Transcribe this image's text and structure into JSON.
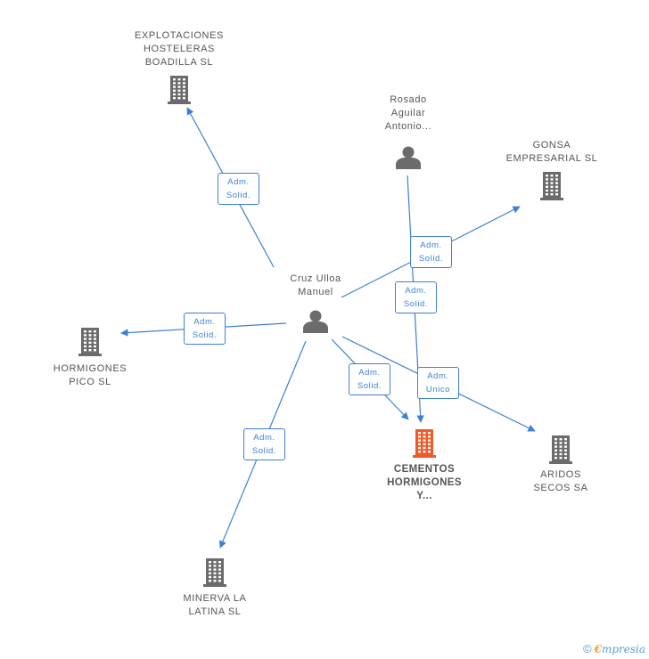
{
  "nodes": [
    {
      "id": "explotaciones",
      "type": "company",
      "label": "EXPLOTACIONES\nHOSTELERAS\nBOADILLA SL",
      "highlight": false
    },
    {
      "id": "rosado",
      "type": "person",
      "label": "Rosado\nAguilar\nAntonio...",
      "highlight": false
    },
    {
      "id": "gonsa",
      "type": "company",
      "label": "GONSA\nEMPRESARIAL SL",
      "highlight": false
    },
    {
      "id": "cruz",
      "type": "person",
      "label": "Cruz Ulloa\nManuel",
      "highlight": false
    },
    {
      "id": "hormigones_pico",
      "type": "company",
      "label": "HORMIGONES\nPICO SL",
      "highlight": false
    },
    {
      "id": "cementos",
      "type": "company",
      "label": "CEMENTOS\nHORMIGONES\nY...",
      "highlight": true
    },
    {
      "id": "aridos",
      "type": "company",
      "label": "ARIDOS\nSECOS SA",
      "highlight": false
    },
    {
      "id": "minerva",
      "type": "company",
      "label": "MINERVA LA\nLATINA SL",
      "highlight": false
    }
  ],
  "edges": [
    {
      "from": "cruz",
      "to": "explotaciones",
      "label": "Adm.\nSolid."
    },
    {
      "from": "cruz",
      "to": "gonsa",
      "label": "Adm.\nSolid."
    },
    {
      "from": "rosado",
      "to": "cementos",
      "label": "Adm.\nSolid."
    },
    {
      "from": "cruz",
      "to": "hormigones_pico",
      "label": "Adm.\nSolid."
    },
    {
      "from": "cruz",
      "to": "cementos",
      "label": "Adm.\nSolid."
    },
    {
      "from": "cruz",
      "to": "aridos",
      "label": "Adm.\nUnico"
    },
    {
      "from": "cruz",
      "to": "minerva",
      "label": "Adm.\nSolid."
    }
  ],
  "colors": {
    "edge": "#3d7fd6",
    "icon": "#6b6b6b",
    "highlight_icon": "#f05a28",
    "text": "#555555"
  },
  "footer": {
    "copyright_symbol": "©",
    "brand_initial": "€",
    "brand_rest": "mpresia"
  }
}
